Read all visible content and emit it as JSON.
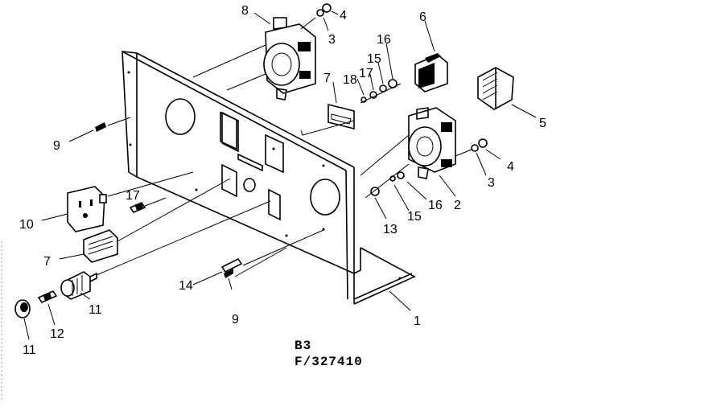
{
  "callouts": {
    "c8": "8",
    "c4a": "4",
    "c3a": "3",
    "c6": "6",
    "c16a": "16",
    "c15a": "15",
    "c7a": "7",
    "c18": "18",
    "c17a": "17",
    "c5": "5",
    "c9a": "9",
    "c4b": "4",
    "c3b": "3",
    "c2": "2",
    "c16b": "16",
    "c15b": "15",
    "c13": "13",
    "c17b": "17",
    "c10": "10",
    "c7b": "7",
    "c14": "14",
    "c9b": "9",
    "c1": "1",
    "c11a": "11",
    "c12": "12",
    "c11b": "11"
  },
  "caption": {
    "line1": "B3",
    "line2": "F/327410"
  }
}
